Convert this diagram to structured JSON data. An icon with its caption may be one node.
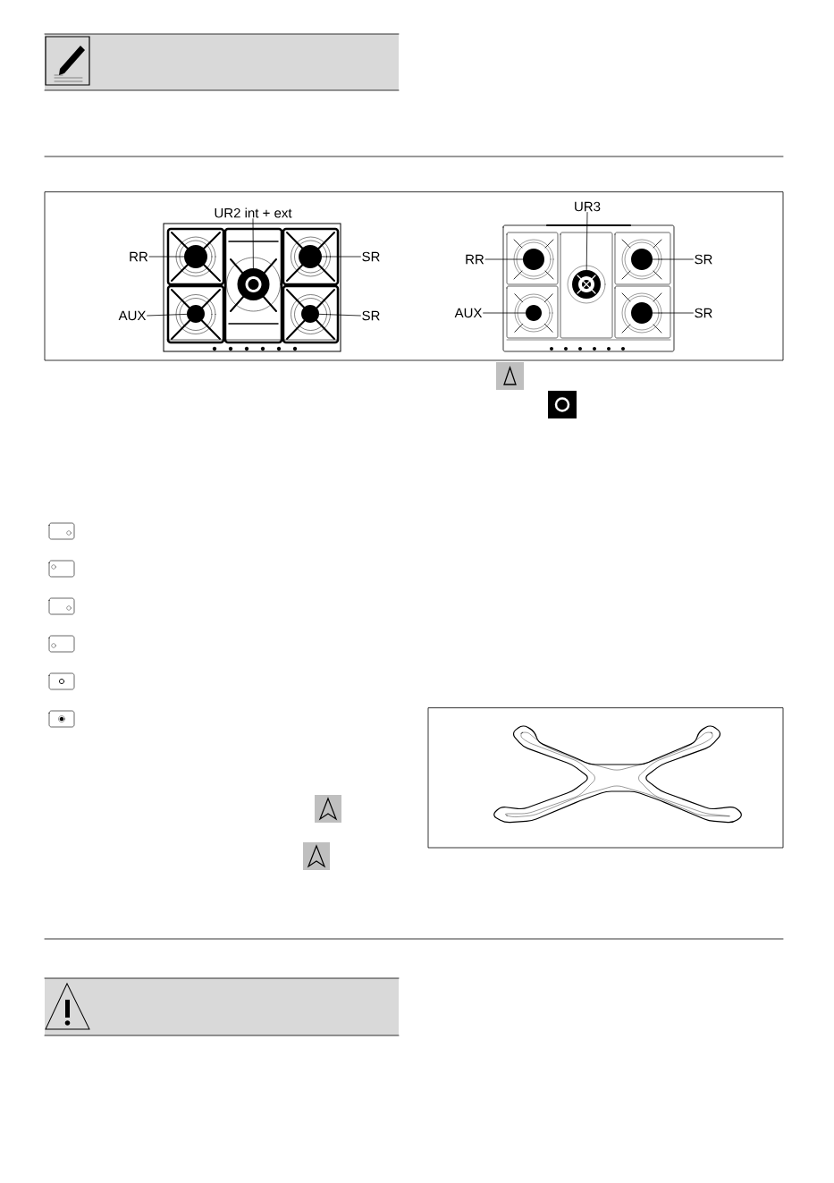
{
  "diagram": {
    "nodes": [
      {
        "text": [
          "UR2 int + ext"
        ]
      },
      {
        "text": [
          "RR"
        ]
      },
      {
        "text": [
          "SR"
        ]
      },
      {
        "text": [
          "AUX"
        ]
      },
      {
        "text": [
          "SR"
        ]
      },
      {
        "text": [
          "UR3"
        ]
      },
      {
        "text": [
          "RR"
        ]
      },
      {
        "text": [
          "SR"
        ]
      },
      {
        "text": [
          "AUX"
        ]
      },
      {
        "text": [
          "SR"
        ]
      },
      {
        "text": [],
        "shape": "circle"
      },
      {
        "text": [],
        "shape": "circle"
      },
      {
        "text": [],
        "shape": "circle"
      },
      {
        "text": [],
        "shape": "circle"
      },
      {
        "text": [],
        "shape": "circle"
      },
      {
        "text": [],
        "shape": "circle"
      },
      {
        "text": [],
        "shape": "circle"
      },
      {
        "text": [],
        "shape": "circle"
      },
      {
        "text": [],
        "shape": "circle"
      },
      {
        "text": [],
        "shape": "circle"
      }
    ],
    "edges": [
      {
        "from": 0,
        "to": 12,
        "arrow": "none"
      },
      {
        "from": 1,
        "to": 10,
        "arrow": "none"
      },
      {
        "from": 2,
        "to": 11,
        "arrow": "none"
      },
      {
        "from": 3,
        "to": 13,
        "arrow": "none"
      },
      {
        "from": 4,
        "to": 14,
        "arrow": "none"
      },
      {
        "from": 5,
        "to": 17,
        "arrow": "none"
      },
      {
        "from": 6,
        "to": 15,
        "arrow": "none"
      },
      {
        "from": 7,
        "to": 16,
        "arrow": "none"
      },
      {
        "from": 8,
        "to": 18,
        "arrow": "none"
      },
      {
        "from": 9,
        "to": 19,
        "arrow": "none"
      }
    ]
  }
}
